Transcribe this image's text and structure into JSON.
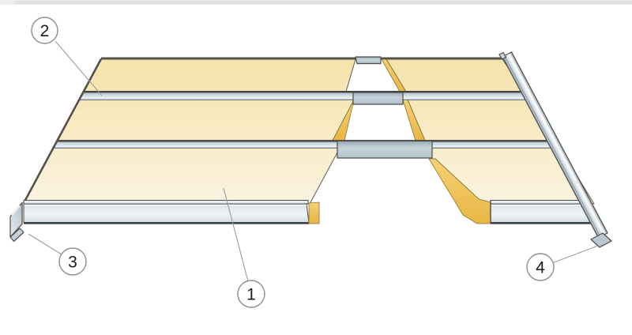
{
  "diagram": {
    "type": "technical-illustration-insulation-panel-system",
    "callouts": [
      {
        "id": "callout-1",
        "label": "1"
      },
      {
        "id": "callout-2",
        "label": "2"
      },
      {
        "id": "callout-3",
        "label": "3"
      },
      {
        "id": "callout-4",
        "label": "4"
      }
    ],
    "palette": {
      "panel_surface": "#f8ecc6",
      "panel_edge_yellow": "#eec152",
      "metal_profile": "#c9d4dc",
      "outline": "#4e4b45",
      "leader_line": "#9b9b9b",
      "callout_stroke": "#8e8e8e",
      "background": "#ffffff",
      "top_strip": "#e0e0e0"
    }
  }
}
